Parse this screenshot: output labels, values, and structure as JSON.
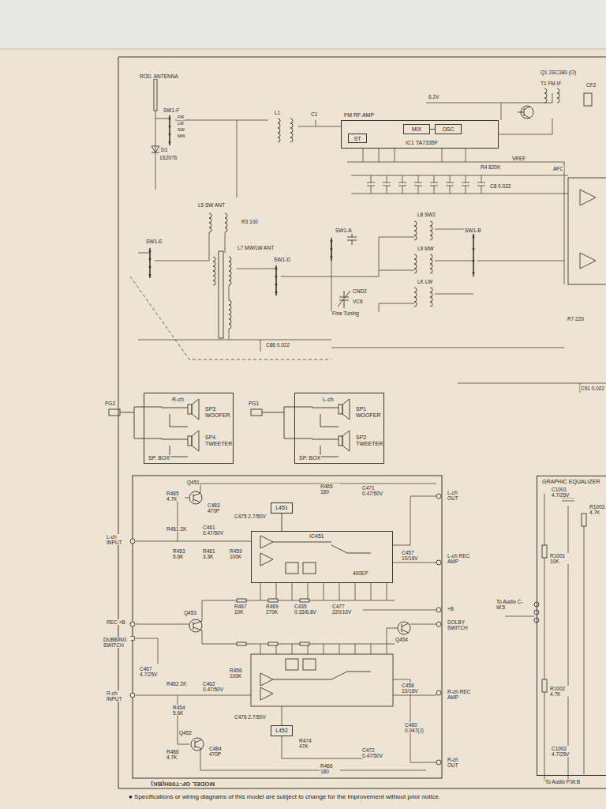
{
  "diagram": {
    "caption": "● Specifications or wiring diagrams of this model are subject to change for the improvement without prior notice.",
    "nodes": [
      {
        "text": [
          "FM RF AMP",
          "IC1 TA7335F"
        ]
      },
      {
        "text": [
          "MIX"
        ],
        "in": 0
      },
      {
        "text": [
          "OSC"
        ],
        "in": 0
      },
      {
        "text": [
          "ST"
        ],
        "in": 0
      },
      {
        "text": [
          "R-ch",
          "SP3 WOOFER",
          "SP4 TWEETER",
          "SP. BOX"
        ]
      },
      {
        "text": [
          "L-ch",
          "SP1 WOOFER",
          "SP2 TWEETER",
          "SP. BOX"
        ]
      },
      {
        "text": [
          "L451"
        ]
      },
      {
        "text": [
          "IC451"
        ]
      },
      {
        "text": [
          "L452"
        ]
      },
      {
        "text": [
          "GRAPHIC EQUALIZER"
        ]
      }
    ],
    "edges": [
      {
        "from": 1,
        "to": 2,
        "arrow": "none"
      },
      {
        "from": 6,
        "to": 7,
        "arrow": "none"
      }
    ],
    "labels": [
      "ROD. ANTENNA",
      "SW1-F",
      "FM",
      "LW",
      "SW",
      "MW",
      "D1",
      "1S2076",
      "L1",
      "C1",
      "6.2V",
      "Q1 2SC380 (O)",
      "T1 FM IF",
      "CF2",
      "VREF",
      "AFC",
      "R4 820K",
      "C8 0.022",
      "R3 100",
      "L5 SW ANT",
      "L7 MW/LW ANT",
      "SW1-E",
      "SW1-D",
      "SW1-A",
      "SW1-B",
      "L8 SW2",
      "L9 MW",
      "LK LW",
      "CND2",
      "VC6",
      "Fine Tuning",
      "C86 0.022",
      "R7 220",
      "C91 0.022",
      "PG2",
      "PG1",
      "Q451",
      "R485 4.7K",
      "C483 470P",
      "R465 180",
      "C471 0.47/50V",
      "L-ch OUT",
      "C475 2.7/50V",
      "R451 2K",
      "C461 0.47/50V",
      "L-ch INPUT",
      "R453 5.6K",
      "R461 3.3K",
      "R459 100K",
      "400EP",
      "C457 10/16V",
      "L-ch REC AMP",
      "R467 10K",
      "R469 270K",
      "C435 0.33/6.8V",
      "C477 220/10V",
      "+B",
      "Q453",
      "REC +B",
      "DUBBING SWITCH",
      "Q454",
      "DOLBY SWITCH",
      "C467 4.7/25V",
      "R456 100K",
      "R452 2K",
      "C462 0.47/50V",
      "R-ch INPUT",
      "R454 5.6K",
      "C458 10/16V",
      "R-ch REC AMP",
      "C476 2.7/50V",
      "C460 0.047(J)",
      "Q452",
      "R486 4.7K",
      "C484 470P",
      "R474 47K",
      "C472 0.47/50V",
      "R-ch OUT",
      "R466 180",
      "C1001 4.7/25V",
      "R1003 4.7K",
      "R1001 10K",
      "To Audio C-W.5",
      "R1002 4.7K",
      "C1002 4.7/25V",
      "To Audio P.W.B",
      "MODEL GF-T00H(BK)"
    ]
  }
}
